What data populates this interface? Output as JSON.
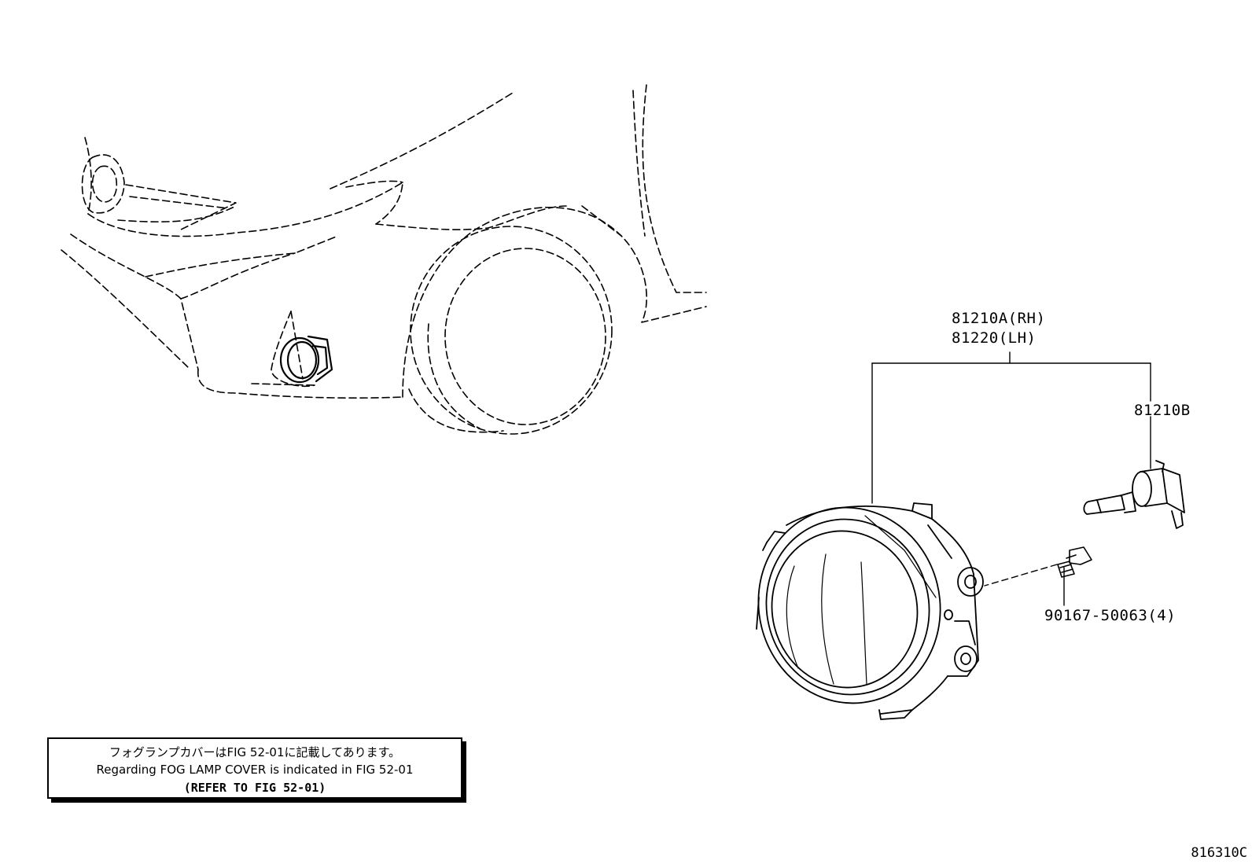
{
  "parts": {
    "assembly_rh": "81210A(RH)",
    "assembly_lh": "81220(LH)",
    "bulb": "81210B",
    "screw": "90167-50063(4)"
  },
  "note": {
    "line1_ja": "フォグランプカバーはFIG 52-01に記載してあります。",
    "line2_en": "Regarding FOG LAMP COVER is indicated in FIG 52-01",
    "line3_ref": "(REFER TO FIG 52-01)"
  },
  "figure_id": "816310C"
}
